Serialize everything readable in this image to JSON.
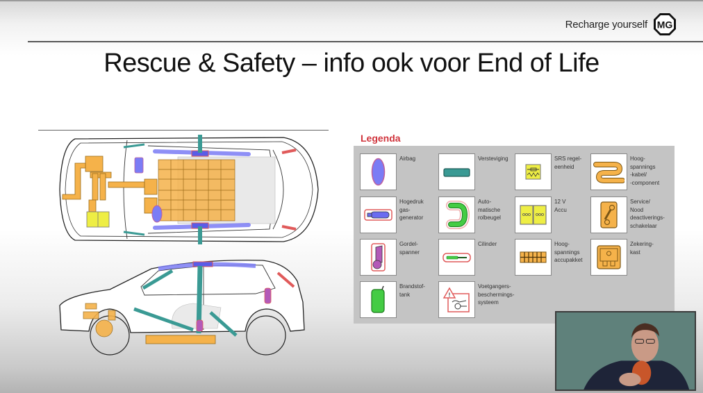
{
  "header": {
    "tagline": "Recharge yourself",
    "logo": "MG",
    "logo_icon": "mg-octagon-logo-icon"
  },
  "slide": {
    "title": "Rescue & Safety – info ook voor End of Life"
  },
  "diagrams": {
    "top_view": "car-top-view-rescue-diagram",
    "side_view": "car-side-view-rescue-diagram"
  },
  "legend": {
    "title": "Legenda",
    "title_color": "#d0343c",
    "items": [
      {
        "label": "Airbag",
        "icon": "airbag-icon"
      },
      {
        "label": "Versteviging",
        "icon": "reinforcement-icon"
      },
      {
        "label": "SRS regel-\neenheid",
        "icon": "srs-control-unit-icon"
      },
      {
        "label": "Hoog-\nspannings\n-kabel/\n-component",
        "icon": "high-voltage-cable-icon"
      },
      {
        "label": "Hogedruk\ngas-\ngenerator",
        "icon": "gas-generator-icon"
      },
      {
        "label": "Auto-\nmatische\nrolbeugel",
        "icon": "rollbar-icon"
      },
      {
        "label": "12 V\nAccu",
        "icon": "battery-12v-icon"
      },
      {
        "label": "Service/\nNood\ndeactiverings-\nschakelaar",
        "icon": "service-disconnect-switch-icon"
      },
      {
        "label": "Gordel-\nspanner",
        "icon": "belt-tensioner-icon"
      },
      {
        "label": "Cilinder",
        "icon": "cylinder-icon"
      },
      {
        "label": "Hoog-\nspannings\naccupakket",
        "icon": "high-voltage-battery-pack-icon"
      },
      {
        "label": "Zekering-\nkast",
        "icon": "fuse-box-icon"
      },
      {
        "label": "Brandstof-\ntank",
        "icon": "fuel-tank-icon"
      },
      {
        "label": "Voetgangers-\nbeschermings-\nsysteem",
        "icon": "pedestrian-protection-icon"
      }
    ]
  },
  "colors": {
    "airbag": "#7b7cf5",
    "reinforcement": "#3a9a94",
    "high_voltage": "#f5b24a",
    "battery_12v": "#eeee44",
    "gas_generator": "#6a6cf0",
    "rollbar": "#44cc44",
    "fuel": "#44cc44",
    "belt": "#b35ab8",
    "warning_red": "#e05a5a"
  },
  "video": {
    "label": "presenter-webcam"
  }
}
